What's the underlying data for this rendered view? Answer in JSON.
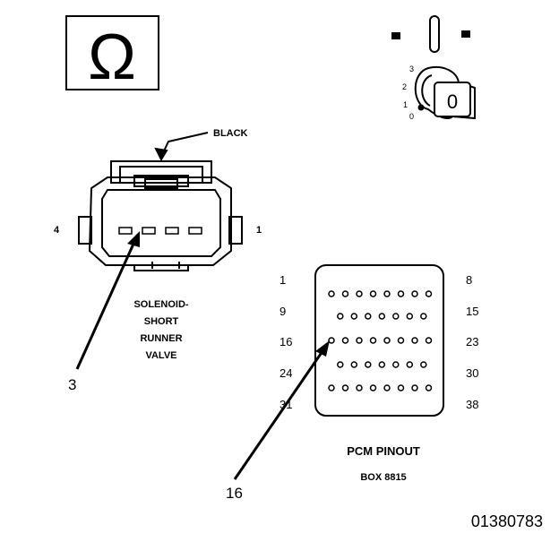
{
  "meter_icon": {
    "symbol": "Ω"
  },
  "ignition_switch": {
    "positions": [
      "3",
      "2",
      "1",
      "0"
    ],
    "key_label": "0"
  },
  "connector": {
    "wire_color": "BLACK",
    "left_pin": "4",
    "right_pin": "1",
    "description": [
      "SOLENOID-",
      "SHORT",
      "RUNNER",
      "VALVE"
    ],
    "callout": "3"
  },
  "pcm": {
    "row_start_labels_left": [
      "1",
      "9",
      "16",
      "24",
      "31"
    ],
    "row_end_labels_right": [
      "8",
      "15",
      "23",
      "30",
      "38"
    ],
    "row_pin_counts": [
      8,
      7,
      8,
      7,
      8
    ],
    "title": "PCM PINOUT",
    "subtitle": "BOX 8815",
    "callout": "16"
  },
  "figure_id": "01380783"
}
